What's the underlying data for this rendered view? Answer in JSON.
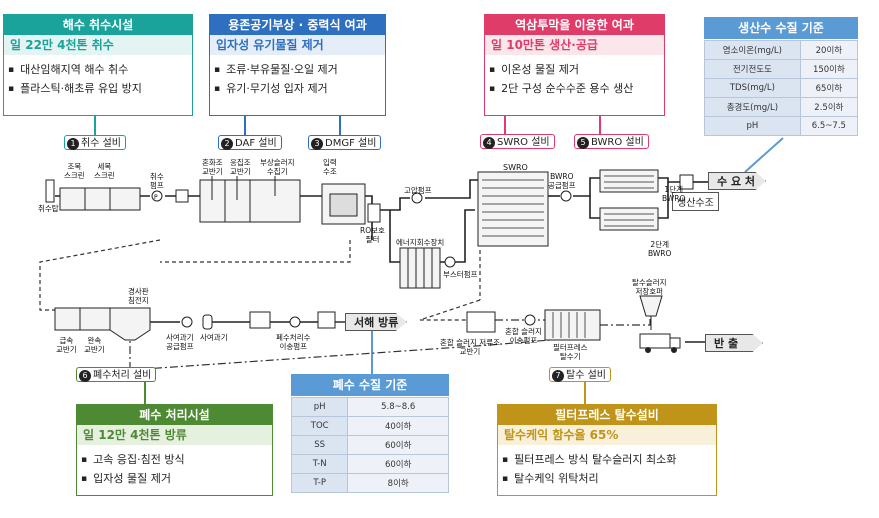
{
  "intake_box": {
    "header": "해수 취수시설",
    "sub": "일 22만 4천톤 취수",
    "items": [
      "대산임해지역 해수 취수",
      "플라스틱·해초류 유입 방지"
    ],
    "header_color": "#1aa39a",
    "sub_color": "#e3f4f2"
  },
  "daf_box": {
    "header": "용존공기부상 · 중력식 여과",
    "sub": "입자성 유기물질 제거",
    "items": [
      "조류·부유물질·오일 제거",
      "유기·무기성 입자 제거"
    ],
    "header_color": "#2e6fc0",
    "sub_color": "#e4edf8"
  },
  "ro_box": {
    "header": "역삼투막을 이용한 여과",
    "sub": "일 10만톤 생산·공급",
    "items": [
      "이온성 물질 제거",
      "2단 구성 순수수준 용수 생산"
    ],
    "header_color": "#e03c6a",
    "sub_color": "#fbe6ec"
  },
  "product_table": {
    "title": "생산수 수질 기준",
    "rows": [
      [
        "염소이온(mg/L)",
        "20이하"
      ],
      [
        "전기전도도",
        "150이하"
      ],
      [
        "TDS(mg/L)",
        "65이하"
      ],
      [
        "총경도(mg/L)",
        "2.5이하"
      ],
      [
        "pH",
        "6.5~7.5"
      ]
    ],
    "header_color": "#5b9bd5"
  },
  "waste_box": {
    "header": "폐수 처리시설",
    "sub": "일 12만 4천톤 방류",
    "items": [
      "고속 응집·침전 방식",
      "입자성 물질 제거"
    ],
    "header_color": "#4e8a34",
    "sub_color": "#e6f0df"
  },
  "waste_table": {
    "title": "폐수 수질 기준",
    "rows": [
      [
        "pH",
        "5.8~8.6"
      ],
      [
        "TOC",
        "40이하"
      ],
      [
        "SS",
        "60이하"
      ],
      [
        "T-N",
        "60이하"
      ],
      [
        "T-P",
        "8이하"
      ]
    ],
    "header_color": "#5b9bd5"
  },
  "press_box": {
    "header": "필터프레스 탈수설비",
    "sub": "탈수케익 함수율 65%",
    "items": [
      "필터프레스 방식 탈수슬러지 최소화",
      "탈수케익 위탁처리"
    ],
    "header_color": "#c09418",
    "sub_color": "#f8f0d8"
  },
  "tags": [
    {
      "num": "1",
      "label": "취수 설비",
      "color": "#1aa39a"
    },
    {
      "num": "2",
      "label": "DAF 설비",
      "color": "#2e6fc0"
    },
    {
      "num": "3",
      "label": "DMGF 설비",
      "color": "#2e6fc0"
    },
    {
      "num": "4",
      "label": "SWRO 설비",
      "color": "#e03c6a"
    },
    {
      "num": "5",
      "label": "BWRO 설비",
      "color": "#e03c6a"
    },
    {
      "num": "6",
      "label": "폐수처리 설비",
      "color": "#4e8a34"
    },
    {
      "num": "7",
      "label": "탈수 설비",
      "color": "#c09418"
    }
  ],
  "labels": {
    "intake_tower": "취수탑",
    "coarse_screen": "조목\n스크린",
    "fine_screen": "세목\n스크린",
    "intake_pump": "취수\n펌프",
    "mixing_tank": "혼화조\n교반기",
    "floc_tank": "응집조\n교반기",
    "float_collector": "부상슬러지\n수집기",
    "intake_water": "입력\n수조",
    "ro_filter": "RO보호\n필터",
    "hp_pump": "고압펌프",
    "energy_recovery": "에너지회수장치",
    "booster_pump": "부스터펌프",
    "swro": "SWRO",
    "bwro_pump": "BWRO\n공급펌프",
    "bwro1": "1단계\nBWRO",
    "bwro2": "2단계\nBWRO",
    "product_tank": "생산수조",
    "consumer": "수 요 처",
    "rapid_mixer": "급속\n교반기",
    "slow_mixer": "완속\n교반기",
    "settler": "경사판\n침전지",
    "sand_pump": "사여과기\n공급펌프",
    "sand_filter": "사여과기",
    "waste_pump": "폐수처리수\n이송펌프",
    "discharge": "서해 방류",
    "sludge_tank": "혼합 슬러지 저류조\n교반기",
    "sludge_pump": "혼합 슬러지\n이송펌프",
    "filter_press": "필터프레스\n탈수기",
    "sludge_hopper": "탈수슬러지\n저장호퍼",
    "carry_out": "반  출"
  }
}
